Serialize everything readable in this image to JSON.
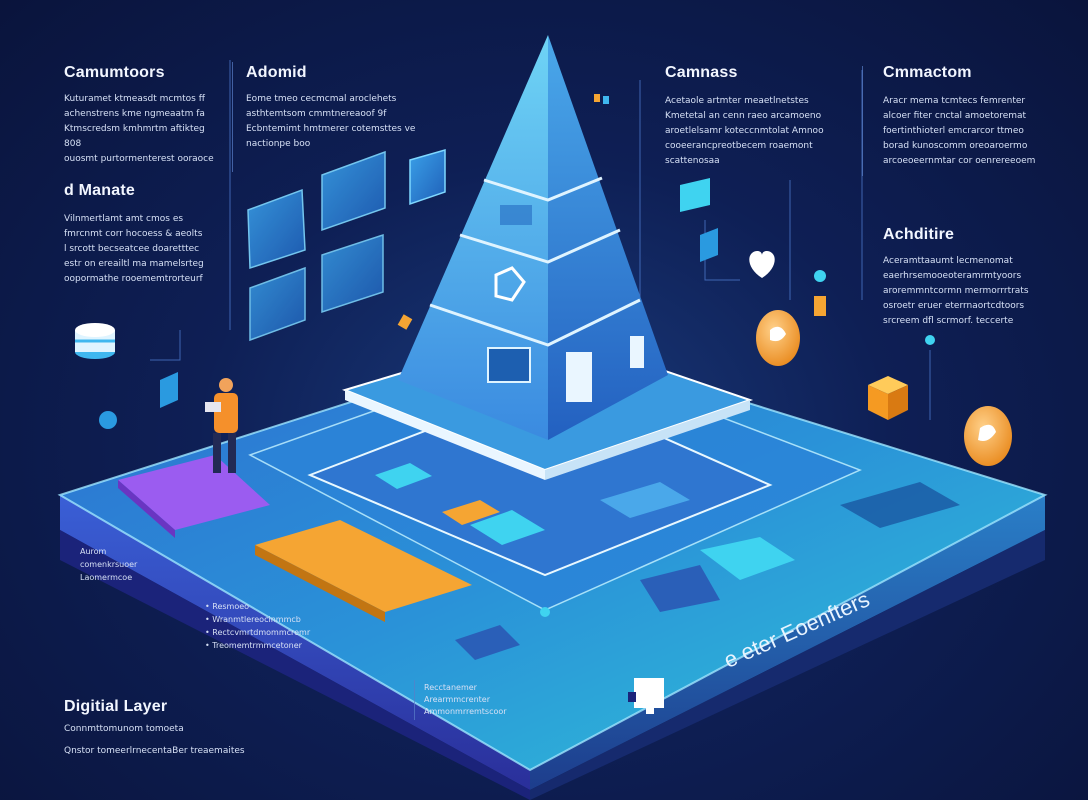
{
  "panels": {
    "left_top": {
      "title": "Camumtoors",
      "text": "Kuturamet ktmeasdt mcmtos ff\nachenstrens kme ngmeaatm fa\nKtmscredsm kmhmrtm aftikteg 808\nouosmt purtormenterest ooraoce"
    },
    "left_mid": {
      "title": "d Manate",
      "text": "Vilnmertlamt amt cmos es\nfmrcnmt corr hocoess & aeolts\nl srcott becseatcee doaretttec\nestr on ereailtl ma mamelsrteg\noopormathe rooememtrorteurf"
    },
    "center_left": {
      "title": "Adomid",
      "text": "Eome tmeo cecmcmal aroclehets\nasthtemtsom cmmtnereaoof 9f\nEcbntemimt hmtmerer cotemsttes ve\nnactionpe boo"
    },
    "center_right": {
      "title": "Camnass",
      "text": "Acetaole artmter meaetlnetstes\nKmetetal an cenn raeo arcamoeno\naroetlelsamr koteccnmtolat Amnoo\ncooeerancpreotbecem roaemont scattenosaa"
    },
    "right_top": {
      "title": "Cmmactom",
      "text": "Aracr mema tcmtecs femrenter\nalcoer fiter cnctal amoetoremat\nfoertinthioterl emcrarcor ttmeo\nborad kunoscomm oreoaroermo\narcoeoeernmtar cor oenrereeoem"
    },
    "right_mid": {
      "title": "Achditire",
      "text": "Aceramttaaumt lecmenomat\neaerhrsemooeoteramrmtyoors\naroremmntcormn mermorrrtrats\nosroetr eruer eterrnaortcdtoors\nsrcreem dfl scrmorf. teccerte"
    },
    "bottom_left": {
      "title": "Digitial Layer",
      "sub": "Connmttomunom tomoeta",
      "sub2": "Qnstor tomeerlrnecentaBer treaemaites"
    }
  },
  "platform_labels": {
    "front_left": "Aurom\ncomenkrsuoer\nLaomermcoe",
    "bullets": "• Resmoeo\n• Wranmtlereocinmmcb\n• Rectcvmrtdmommcremr\n• Treomemtrmmcetoner",
    "front_mid": "Recctanemer\nArearmmcrenter\nAmmonmrremtscoor",
    "glow_caption": "e eter Eoenfters"
  },
  "colors": {
    "accent_cyan": "#3fd3f0",
    "accent_orange": "#f5a533",
    "accent_purple": "#9b5cf0",
    "pyramid_blue": "#3e8fe6",
    "background": "#0e1f55"
  }
}
